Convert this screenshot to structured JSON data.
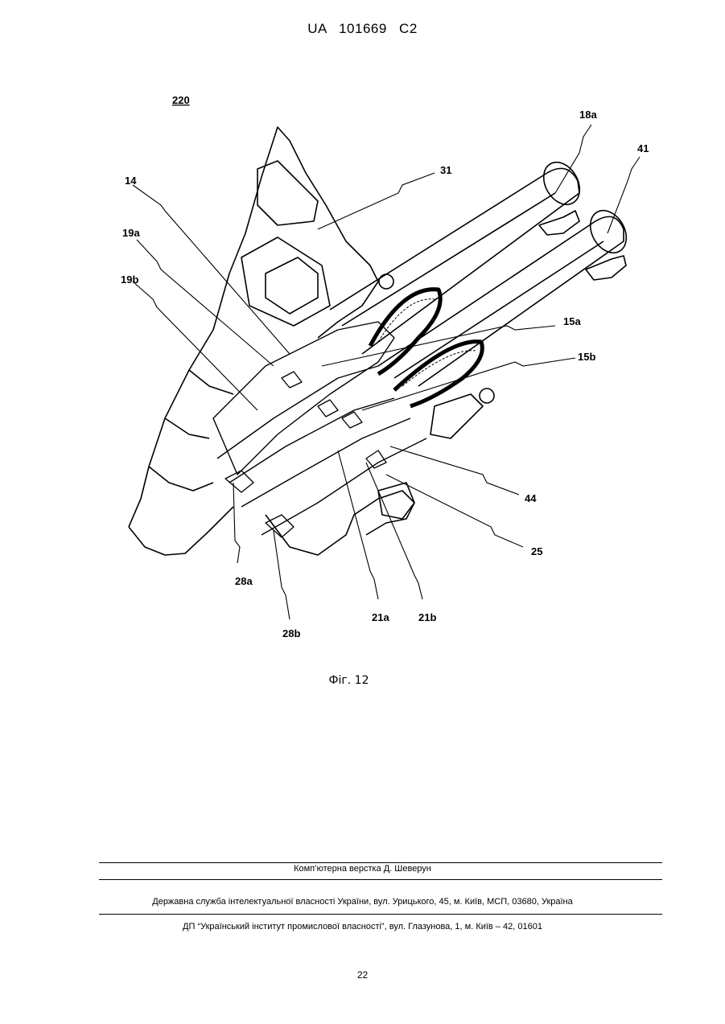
{
  "header": {
    "text": "UA   101669   C2"
  },
  "figure": {
    "ref_number": "220",
    "labels": {
      "l18a": "18a",
      "l41": "41",
      "l31": "31",
      "l14": "14",
      "l19a": "19a",
      "l19b": "19b",
      "l15a": "15a",
      "l15b": "15b",
      "l44": "44",
      "l25": "25",
      "l28a": "28a",
      "l28b": "28b",
      "l21a": "21a",
      "l21b": "21b"
    },
    "caption": "Фіг. 12"
  },
  "footer": {
    "layout": "Комп’ютерна верстка Д. Шеверун",
    "service": "Державна служба інтелектуальної власності України, вул. Урицького, 45, м. Київ, МСП, 03680, Україна",
    "institute": "ДП “Український інститут промислової власності”, вул. Глазунова, 1, м. Київ – 42, 01601"
  },
  "page_number": "22"
}
